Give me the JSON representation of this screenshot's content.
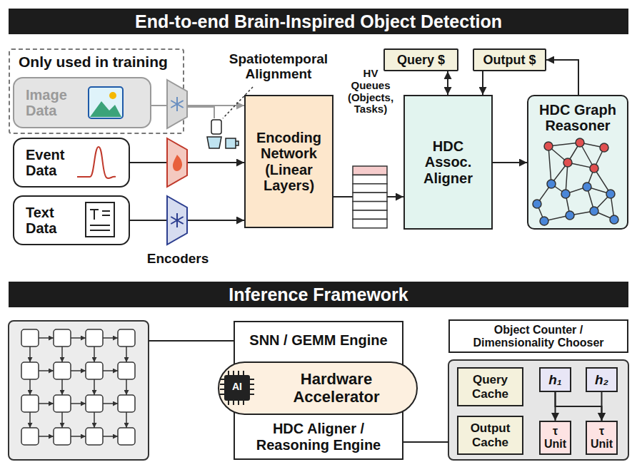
{
  "diagram": {
    "nodes": [
      {
        "text": [
          "End-to-end Brain-Inspired Object Detection"
        ]
      },
      {
        "text": [
          "Only used in training"
        ]
      },
      {
        "text": [
          "Image Data"
        ],
        "in": 1
      },
      {
        "text": [
          "Event Data"
        ]
      },
      {
        "text": [
          "Text Data"
        ]
      },
      {
        "text": [
          "Encoding Network (Linear Layers)"
        ]
      },
      {
        "text": [
          "Query $"
        ]
      },
      {
        "text": [
          "Output $"
        ]
      },
      {
        "text": [
          "HDC Assoc. Aligner"
        ]
      },
      {
        "text": [
          "HDC Graph Reasoner"
        ]
      },
      {
        "text": [
          "Inference Framework"
        ]
      },
      {
        "text": [
          "SNN / GEMM Engine",
          "HDC Aligner / Reasoning Engine"
        ]
      },
      {
        "text": [
          "Hardware Accelerator"
        ],
        "in": 11
      },
      {
        "text": [
          "Object Counter / Dimensionality Chooser"
        ]
      },
      {
        "text": [
          "Query Cache"
        ]
      },
      {
        "text": [
          "Output Cache"
        ]
      },
      {
        "text": [
          "h₁"
        ]
      },
      {
        "text": [
          "h₂"
        ]
      },
      {
        "text": [
          "τ Unit"
        ]
      },
      {
        "text": [
          "τ Unit"
        ]
      }
    ],
    "edges": [
      {
        "from": 2,
        "to": 5,
        "arrow": "to"
      },
      {
        "from": 3,
        "to": 5,
        "arrow": "to"
      },
      {
        "from": 4,
        "to": 5,
        "arrow": "to"
      },
      {
        "from": 5,
        "to": 8,
        "arrow": "to"
      },
      {
        "from": 6,
        "to": 8,
        "arrow": "both"
      },
      {
        "from": 7,
        "to": 8,
        "arrow": "to"
      },
      {
        "from": 8,
        "to": 9,
        "arrow": "to"
      },
      {
        "from": 9,
        "to": 7,
        "arrow": "to"
      },
      {
        "from": 16,
        "to": 18,
        "arrow": "to"
      },
      {
        "from": 16,
        "to": 19,
        "arrow": "to"
      },
      {
        "from": 17,
        "to": 19,
        "arrow": "to"
      }
    ],
    "labels": [
      "Spatiotemporal Alignment",
      "HV Queues (Objects, Tasks)",
      "Encoders",
      "AI"
    ]
  }
}
